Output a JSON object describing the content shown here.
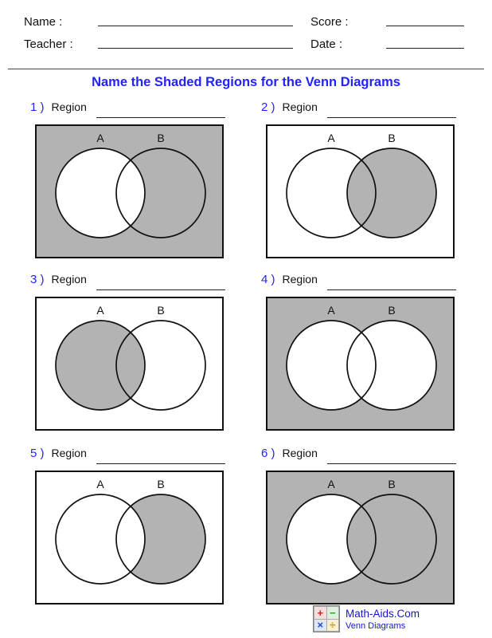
{
  "header": {
    "name_label": "Name :",
    "teacher_label": "Teacher :",
    "score_label": "Score :",
    "date_label": "Date :"
  },
  "title": "Name the Shaded Regions for the Venn Diagrams",
  "colors": {
    "shaded": "#b3b3b3",
    "unshaded": "#ffffff",
    "outline": "#111111",
    "accent_blue": "#2222ff",
    "footer_blue": "#1515cf"
  },
  "problems": [
    {
      "number": "1 )",
      "label": "Region",
      "set_labels": [
        "A",
        "B"
      ],
      "regions": {
        "background": "shaded",
        "a_only": "unshaded",
        "intersection": "unshaded",
        "b_only": "shaded"
      }
    },
    {
      "number": "2 )",
      "label": "Region",
      "set_labels": [
        "A",
        "B"
      ],
      "regions": {
        "background": "unshaded",
        "a_only": "unshaded",
        "intersection": "shaded",
        "b_only": "shaded"
      }
    },
    {
      "number": "3 )",
      "label": "Region",
      "set_labels": [
        "A",
        "B"
      ],
      "regions": {
        "background": "unshaded",
        "a_only": "shaded",
        "intersection": "shaded",
        "b_only": "unshaded"
      }
    },
    {
      "number": "4 )",
      "label": "Region",
      "set_labels": [
        "A",
        "B"
      ],
      "regions": {
        "background": "shaded",
        "a_only": "unshaded",
        "intersection": "unshaded",
        "b_only": "unshaded"
      }
    },
    {
      "number": "5 )",
      "label": "Region",
      "set_labels": [
        "A",
        "B"
      ],
      "regions": {
        "background": "unshaded",
        "a_only": "unshaded",
        "intersection": "unshaded",
        "b_only": "shaded"
      }
    },
    {
      "number": "6 )",
      "label": "Region",
      "set_labels": [
        "A",
        "B"
      ],
      "regions": {
        "background": "shaded",
        "a_only": "unshaded",
        "intersection": "shaded",
        "b_only": "shaded"
      }
    }
  ],
  "footer": {
    "site": "Math-Aids.Com",
    "subtitle": "Venn Diagrams",
    "logo_symbols": [
      "+",
      "−",
      "×",
      "÷"
    ]
  }
}
